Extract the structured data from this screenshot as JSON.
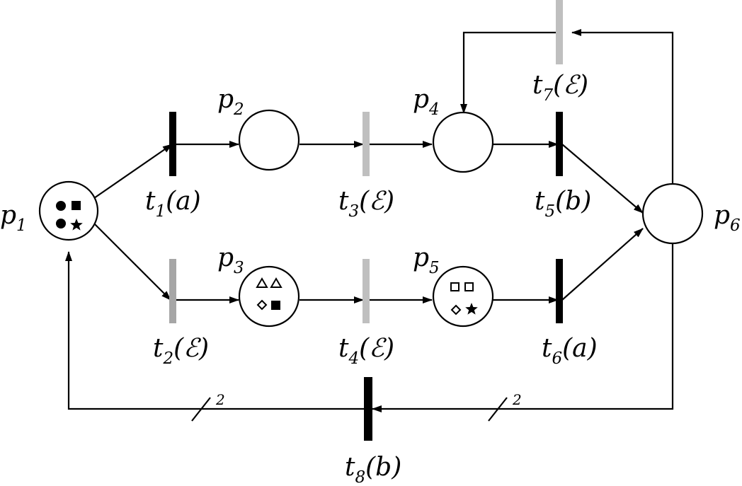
{
  "places": {
    "p1": {
      "name": "p",
      "index": "1"
    },
    "p2": {
      "name": "p",
      "index": "2"
    },
    "p3": {
      "name": "p",
      "index": "3"
    },
    "p4": {
      "name": "p",
      "index": "4"
    },
    "p5": {
      "name": "p",
      "index": "5"
    },
    "p6": {
      "name": "p",
      "index": "6"
    }
  },
  "transitions": {
    "t1": {
      "name": "t",
      "index": "1",
      "label": "(a)",
      "color": "#000000"
    },
    "t2": {
      "name": "t",
      "index": "2",
      "label": "(ℰ)",
      "color": "#a6a6a6"
    },
    "t3": {
      "name": "t",
      "index": "3",
      "label": "(ℰ)",
      "color": "#bfbfbf"
    },
    "t4": {
      "name": "t",
      "index": "4",
      "label": "(ℰ)",
      "color": "#bfbfbf"
    },
    "t5": {
      "name": "t",
      "index": "5",
      "label": "(b)",
      "color": "#000000"
    },
    "t6": {
      "name": "t",
      "index": "6",
      "label": "(a)",
      "color": "#000000"
    },
    "t7": {
      "name": "t",
      "index": "7",
      "label": "(ℰ)",
      "color": "#bfbfbf"
    },
    "t8": {
      "name": "t",
      "index": "8",
      "label": "(b)",
      "color": "#000000"
    }
  },
  "tokens": {
    "p1": [
      "circle",
      "square",
      "circle",
      "star"
    ],
    "p3": [
      "triangle",
      "triangle",
      "diamond",
      "square"
    ],
    "p5": [
      "square-outline",
      "square-outline",
      "diamond",
      "star"
    ]
  },
  "arc_weights": {
    "p6_to_t8": "2",
    "t8_to_p1": "2"
  }
}
